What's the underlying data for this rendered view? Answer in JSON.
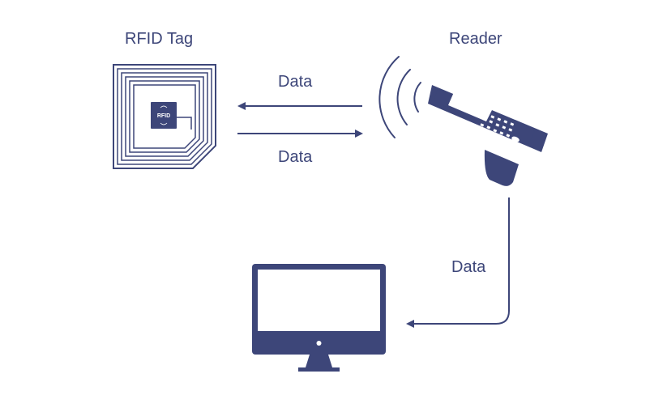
{
  "labels": {
    "rfid_tag": "RFID Tag",
    "reader": "Reader",
    "data_reader_to_tag": "Data",
    "data_tag_to_reader": "Data",
    "data_reader_to_computer": "Data"
  },
  "tag_chip_text": "RFID",
  "colors": {
    "primary": "#3d4679",
    "background": "#ffffff",
    "light": "#ffffff"
  },
  "icons": {
    "tag": "rfid-tag-icon",
    "reader": "handheld-reader-icon",
    "signal": "signal-waves-icon",
    "computer": "monitor-icon"
  }
}
